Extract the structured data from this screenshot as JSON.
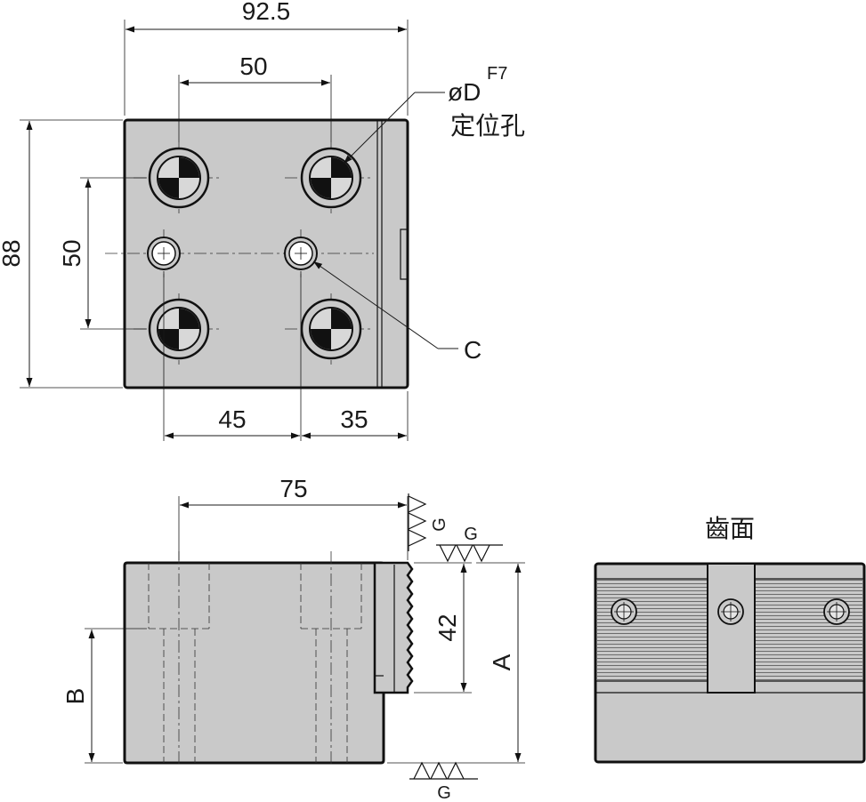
{
  "top_view": {
    "dim_overall_width": "92.5",
    "dim_hole_spacing_x": "50",
    "dim_overall_height": "88",
    "dim_hole_spacing_y": "50",
    "dim_left_offset": "45",
    "dim_right_offset": "35",
    "callout_hole_symbol": "øD",
    "callout_hole_tolerance": "F7",
    "callout_hole_label": "定位孔",
    "callout_c": "C"
  },
  "front_view": {
    "dim_hole_spacing": "75",
    "dim_serration_height": "42",
    "dim_a": "A",
    "dim_b": "B",
    "finish_symbol_label_1": "G",
    "finish_symbol_label_2": "G",
    "finish_symbol_label_3": "G"
  },
  "side_view": {
    "title": "齒面"
  },
  "colors": {
    "body_fill": "#c9c9c9",
    "outline": "#111111"
  }
}
